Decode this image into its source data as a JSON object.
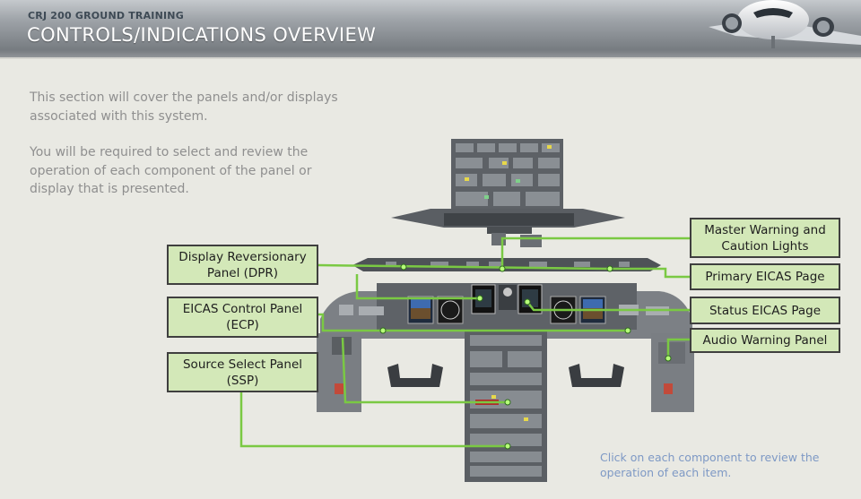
{
  "header": {
    "course_label": "CRJ 200 GROUND TRAINING",
    "title": "CONTROLS/INDICATIONS OVERVIEW"
  },
  "intro": {
    "paragraph_1": "This section will cover the panels and/or displays associated with this system.",
    "paragraph_2": "You will be required to select and review the operation of each component of the panel or display that is presented."
  },
  "callouts": {
    "dpr": {
      "line1": "Display Reversionary",
      "line2": "Panel (DPR)"
    },
    "ecp": {
      "line1": "EICAS Control Panel",
      "line2": "(ECP)"
    },
    "ssp": {
      "line1": "Source Select Panel",
      "line2": "(SSP)"
    },
    "master_warning": {
      "line1": "Master Warning and",
      "line2": "Caution Lights"
    },
    "primary_eicas": {
      "label": "Primary EICAS Page"
    },
    "status_eicas": {
      "label": "Status EICAS Page"
    },
    "audio_warning": {
      "label": "Audio Warning Panel"
    }
  },
  "footer": {
    "hint": "Click on each component to review the operation of each item."
  },
  "colors": {
    "callout_fill": "#d3e8b8",
    "leader_line": "#7ac943",
    "hint_text": "#7e99c5",
    "body_text": "#8f8f8f"
  }
}
